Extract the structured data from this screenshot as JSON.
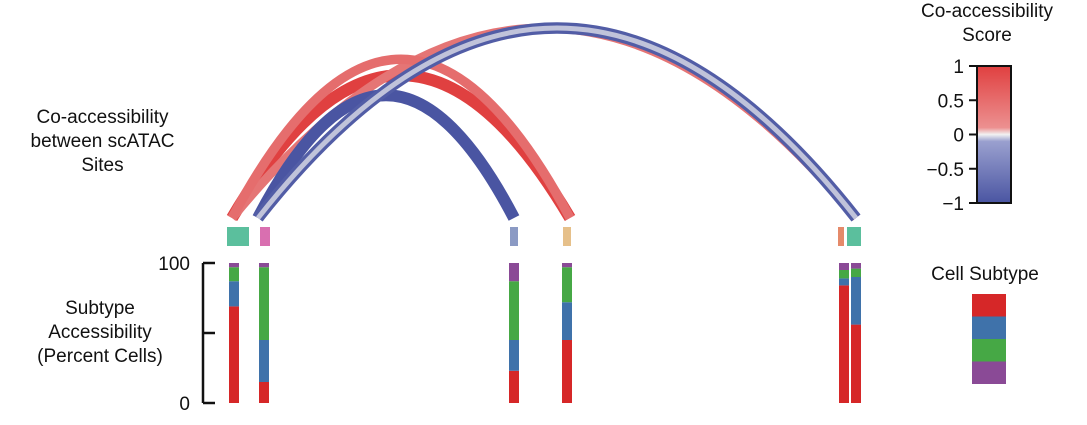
{
  "labels": {
    "arc_title": [
      "Co-accessibility",
      "between scATAC",
      "Sites"
    ],
    "accessibility_title": [
      "Subtype",
      "Accessibility",
      "(Percent Cells)"
    ],
    "score_title": [
      "Co-accessibility",
      "Score"
    ],
    "subtype_title": "Cell Subtype"
  },
  "colors": {
    "subtype": [
      "#d62728",
      "#3f72aa",
      "#46a845",
      "#8a4a96"
    ],
    "scale_pos": "#e04040",
    "scale_mid": "#f2f2f2",
    "scale_neg": "#4a55a2"
  },
  "chart_data": [
    {
      "type": "arc",
      "title": "Co-accessibility between scATAC Sites",
      "sites": [
        {
          "id": "A",
          "color": "#5bbf9d"
        },
        {
          "id": "B",
          "color": "#d96fb0"
        },
        {
          "id": "C",
          "color": "#8b9ac4"
        },
        {
          "id": "D",
          "color": "#e6c08a"
        },
        {
          "id": "E",
          "color": "#e58a6a"
        },
        {
          "id": "F",
          "color": "#5bbf9d"
        }
      ],
      "links": [
        {
          "from": "A",
          "to": "D",
          "score": 1.0
        },
        {
          "from": "A",
          "to": "F",
          "score": 0.7
        },
        {
          "from": "A",
          "to": "D",
          "score": 0.75
        },
        {
          "from": "B",
          "to": "C",
          "score": -1.0
        },
        {
          "from": "B",
          "to": "F",
          "score": -0.95
        },
        {
          "from": "B",
          "to": "F",
          "score": -0.3
        }
      ],
      "legend": {
        "title": "Co-accessibility Score",
        "ticks": [
          "1",
          "0.5",
          "0",
          "−0.5",
          "−1"
        ],
        "range": [
          -1,
          1
        ]
      }
    },
    {
      "type": "bar",
      "stacked": true,
      "ylabel": "Subtype Accessibility (Percent Cells)",
      "ylim": [
        0,
        100
      ],
      "yticks": [
        "100",
        "0"
      ],
      "legend": {
        "title": "Cell Subtype"
      },
      "bars": [
        {
          "site": "A",
          "values": [
            69,
            18,
            10,
            3
          ]
        },
        {
          "site": "B",
          "values": [
            15,
            30,
            52,
            3
          ]
        },
        {
          "site": "C",
          "values": [
            23,
            22,
            42,
            13
          ]
        },
        {
          "site": "D",
          "values": [
            45,
            27,
            25,
            3
          ]
        },
        {
          "site": "E1",
          "values": [
            84,
            5,
            6,
            5
          ]
        },
        {
          "site": "E2",
          "values": [
            56,
            34,
            6,
            4
          ]
        }
      ]
    }
  ]
}
